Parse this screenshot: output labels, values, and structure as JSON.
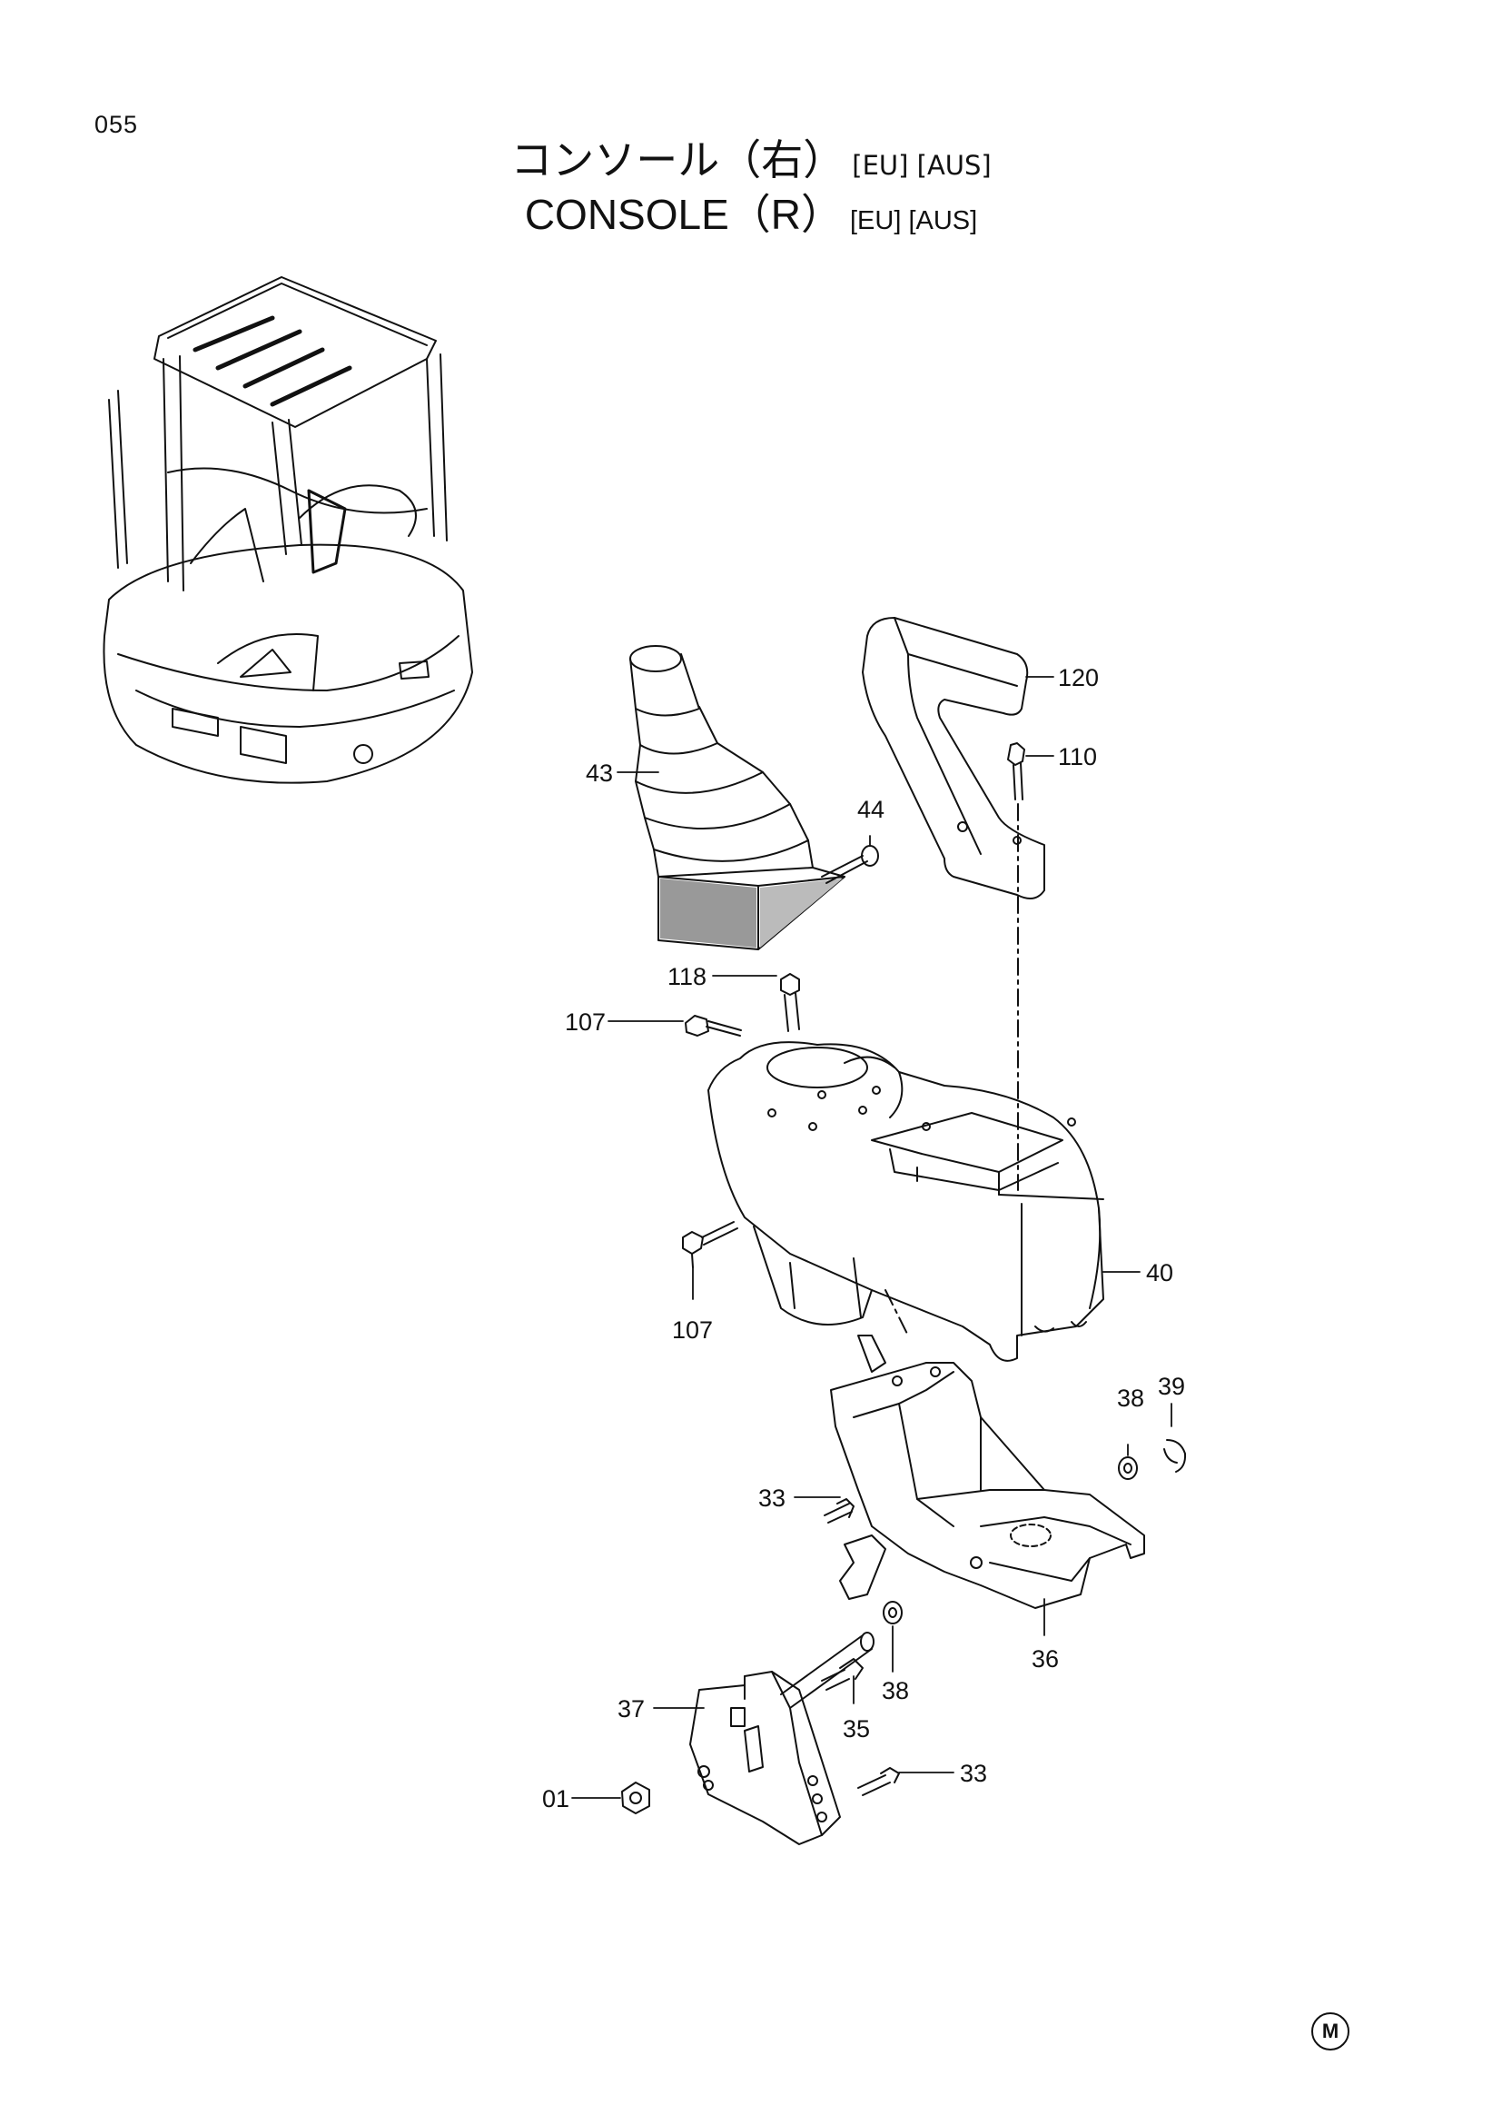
{
  "page_number": "055",
  "title_jp": "コンソール（右）",
  "title_jp_region": "[EU] [AUS]",
  "title_en": "CONSOLE（R）",
  "title_en_region": "[EU] [AUS]",
  "corner_mark": "M",
  "callouts": {
    "c120": "120",
    "c110": "110",
    "c43": "43",
    "c44": "44",
    "c118": "118",
    "c107a": "107",
    "c107b": "107",
    "c40": "40",
    "c38a": "38",
    "c39": "39",
    "c33a": "33",
    "c36": "36",
    "c38b": "38",
    "c37": "37",
    "c35": "35",
    "c33b": "33",
    "c01": "01"
  }
}
